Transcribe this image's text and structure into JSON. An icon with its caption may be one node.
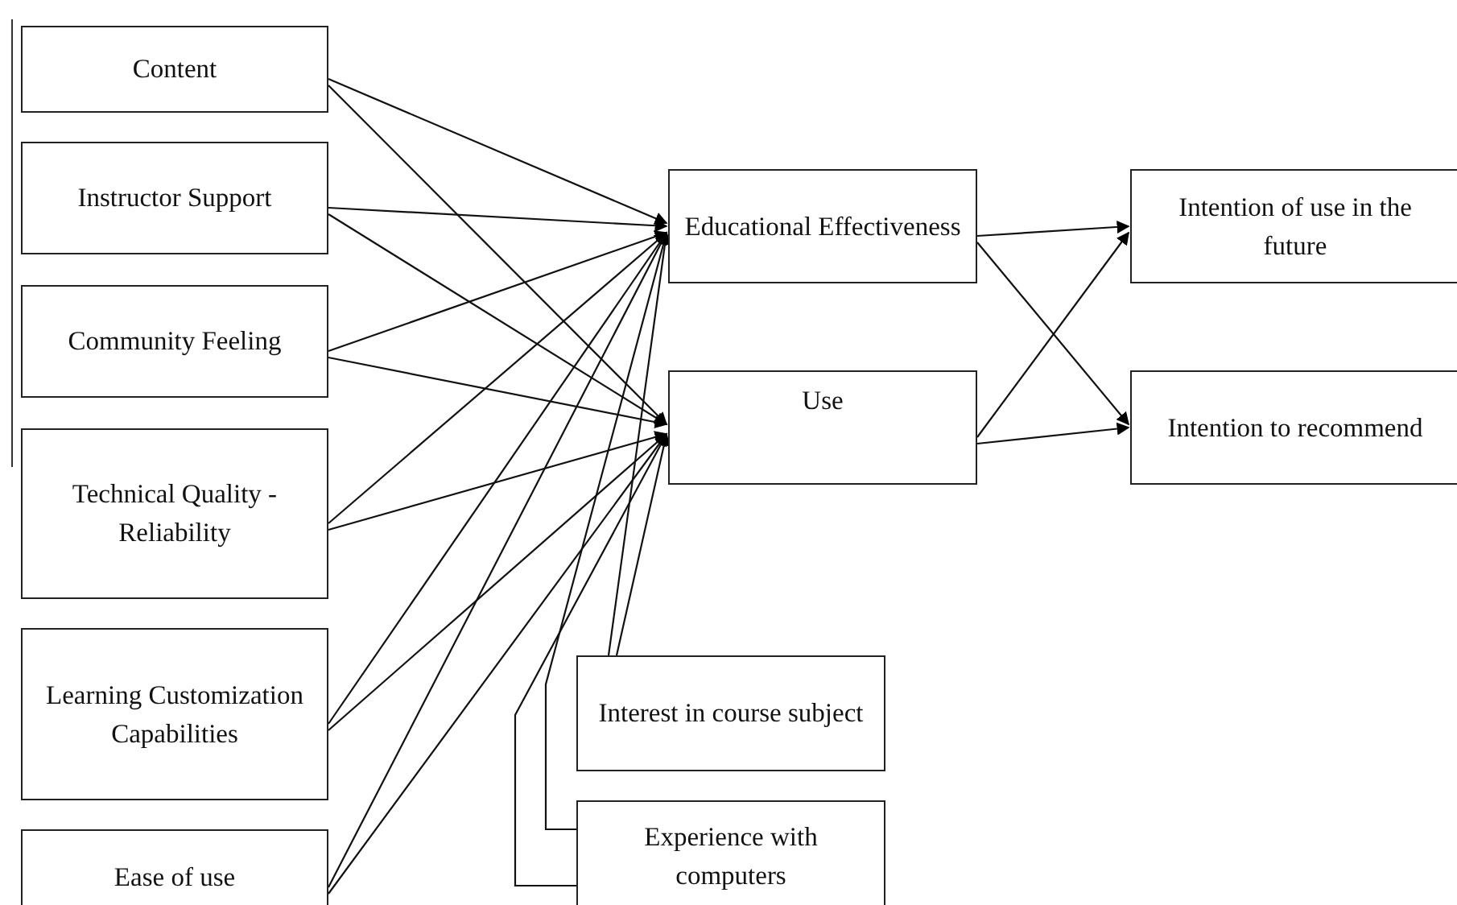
{
  "diagram": {
    "nodes": [
      {
        "text": [
          "Content"
        ]
      },
      {
        "text": [
          "Instructor Support"
        ]
      },
      {
        "text": [
          "Community Feeling"
        ]
      },
      {
        "text": [
          "Technical Quality - Reliability"
        ]
      },
      {
        "text": [
          "Learning Customization Capabilities"
        ]
      },
      {
        "text": [
          "Ease of use"
        ]
      },
      {
        "text": [
          "Educational Effectiveness"
        ]
      },
      {
        "text": [
          "Use"
        ]
      },
      {
        "text": [
          "Intention of use in the future"
        ]
      },
      {
        "text": [
          "Intention to recommend"
        ]
      },
      {
        "text": [
          "Interest in course subject"
        ]
      },
      {
        "text": [
          "Experience with computers"
        ]
      }
    ],
    "edges": [
      {
        "from": 0,
        "to": 6,
        "arrow": "to"
      },
      {
        "from": 0,
        "to": 7,
        "arrow": "to"
      },
      {
        "from": 1,
        "to": 6,
        "arrow": "to"
      },
      {
        "from": 1,
        "to": 7,
        "arrow": "to"
      },
      {
        "from": 2,
        "to": 6,
        "arrow": "to"
      },
      {
        "from": 2,
        "to": 7,
        "arrow": "to"
      },
      {
        "from": 3,
        "to": 6,
        "arrow": "to"
      },
      {
        "from": 3,
        "to": 7,
        "arrow": "to"
      },
      {
        "from": 4,
        "to": 6,
        "arrow": "to"
      },
      {
        "from": 4,
        "to": 7,
        "arrow": "to"
      },
      {
        "from": 5,
        "to": 6,
        "arrow": "to"
      },
      {
        "from": 5,
        "to": 7,
        "arrow": "to"
      },
      {
        "from": 10,
        "to": 6,
        "arrow": "to"
      },
      {
        "from": 10,
        "to": 7,
        "arrow": "to"
      },
      {
        "from": 11,
        "to": 6,
        "arrow": "to"
      },
      {
        "from": 11,
        "to": 7,
        "arrow": "to"
      },
      {
        "from": 6,
        "to": 8,
        "arrow": "to"
      },
      {
        "from": 6,
        "to": 9,
        "arrow": "to"
      },
      {
        "from": 7,
        "to": 8,
        "arrow": "to"
      },
      {
        "from": 7,
        "to": 9,
        "arrow": "to"
      }
    ]
  }
}
